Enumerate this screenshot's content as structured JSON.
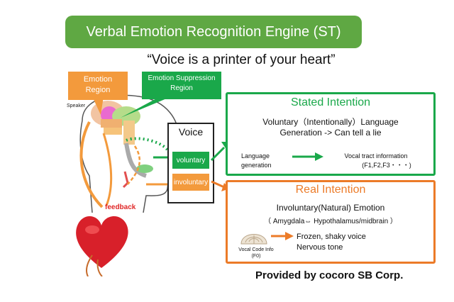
{
  "title": "Verbal Emotion Recognition Engine (ST)",
  "quote": "“Voice is a printer of your heart”",
  "labels": {
    "emotion_region": [
      "Emotion",
      "Region"
    ],
    "suppression_region": [
      "Emotion Suppression",
      "Region"
    ],
    "speaker": "Speaker",
    "feedback": "feedback"
  },
  "voice": {
    "title": "Voice",
    "voluntary": "voluntary",
    "involuntary": "involuntary"
  },
  "stated": {
    "title": "Stated Intention",
    "line1": "Voluntary（Intentionally）Language",
    "line2": "Generation -> Can tell a lie",
    "lang_gen": [
      "Language",
      "generation"
    ],
    "vocal_tract": [
      "Vocal tract information",
      "(F1,F2,F3・・・)"
    ]
  },
  "real": {
    "title": "Real Intention",
    "line1": "Involuntary(Natural) Emotion",
    "line2": "（ Amygdala⇔ Hypothalamus/midbrain ）",
    "vocal_code": [
      "Vocal Code Info",
      "(F0)"
    ],
    "result": [
      "Frozen, shaky voice",
      "Nervous tone"
    ]
  },
  "provided_by": "Provided by cocoro SB Corp.",
  "colors": {
    "green": "#1aa84a",
    "banner_green": "#5fa843",
    "orange": "#ec7b28",
    "heart_red": "#d8202a"
  }
}
